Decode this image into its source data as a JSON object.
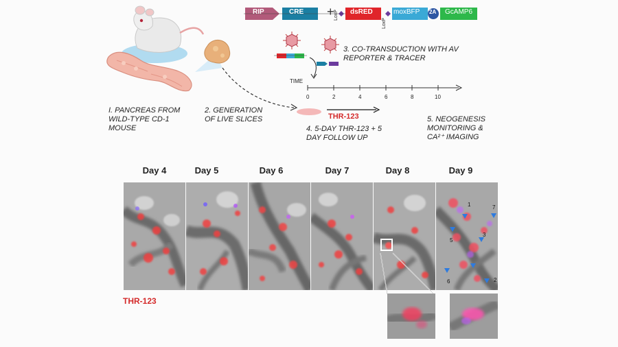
{
  "construct": {
    "rip": "RIP",
    "cre": "CRE",
    "plus": "+",
    "dsred": "dsRED",
    "moxbfp": "moxBFP",
    "p2a": "2A",
    "gcamp": "GcAMP6",
    "loxp1": "LoxP",
    "loxp2": "LoxP",
    "colors": {
      "rip": "#b25a7a",
      "cre": "#1b7fa3",
      "dsred": "#e0252a",
      "moxbfp": "#3aa9d6",
      "p2a": "#2d56a3",
      "gcamp": "#2db84a"
    }
  },
  "steps": {
    "s1": "I. PANCREAS FROM WILD-TYPE CD-1 MOUSE",
    "s2": "2. GENERATION OF LIVE SLICES",
    "s3": "3. CO-TRANSDUCTION WITH AV REPORTER & TRACER",
    "s4": "4. 5-DAY THR-123 + 5 DAY FOLLOW UP",
    "s5": "5. NEOGENESIS MONITORING & Ca²⁺ IMAGING"
  },
  "timeline": {
    "label": "TIME",
    "ticks": [
      "0",
      "2",
      "4",
      "6",
      "8",
      "10"
    ],
    "drug": "THR-123"
  },
  "days": [
    "Day 4",
    "Day 5",
    "Day 6",
    "Day 7",
    "Day 8",
    "Day 9"
  ],
  "panel_label": "THR-123",
  "day9_numbers": [
    "1",
    "2",
    "3",
    "5",
    "6",
    "7"
  ]
}
